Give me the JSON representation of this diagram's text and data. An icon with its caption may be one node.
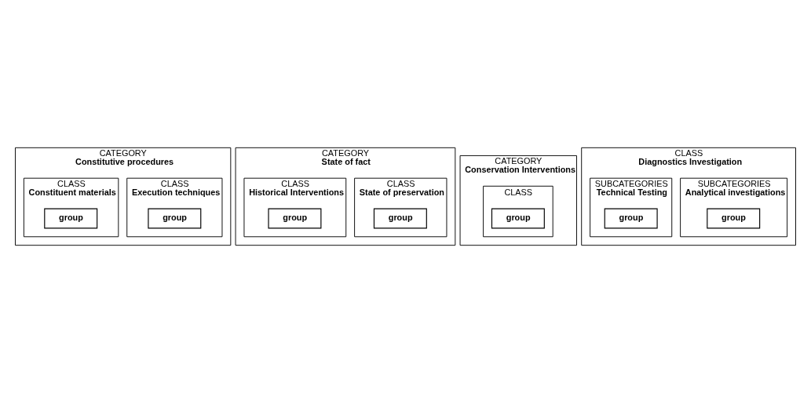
{
  "diagram": {
    "nodes": [
      {
        "text": [
          "CATEGORY",
          "Constitutive procedures"
        ]
      },
      {
        "text": [
          "CLASS",
          "Execution techniques"
        ],
        "in": 0
      },
      {
        "text": [
          "group"
        ],
        "in": 1
      },
      {
        "text": [
          "CLASS",
          "Constituent materials"
        ],
        "in": 0
      },
      {
        "text": [
          "group"
        ],
        "in": 3
      },
      {
        "text": [
          "CATEGORY",
          "State of fact"
        ]
      },
      {
        "text": [
          "CLASS",
          "State of preservation"
        ],
        "in": 5
      },
      {
        "text": [
          "group"
        ],
        "in": 6
      },
      {
        "text": [
          "CLASS",
          "Historical Interventions"
        ],
        "in": 5
      },
      {
        "text": [
          "group"
        ],
        "in": 8
      },
      {
        "text": [
          "CATEGORY",
          "Conservation Interventions"
        ]
      },
      {
        "text": [
          "CLASS"
        ],
        "in": 10
      },
      {
        "text": [
          "group"
        ],
        "in": 11
      },
      {
        "text": [
          "CLASS",
          "Diagnostics Investigation"
        ]
      },
      {
        "text": [
          "SUBCATEGORIES",
          "Analytical investigations"
        ],
        "in": 13
      },
      {
        "text": [
          "group"
        ],
        "in": 14
      },
      {
        "text": [
          "SUBCATEGORIES",
          "Technical Testing"
        ],
        "in": 13
      },
      {
        "text": [
          "group"
        ],
        "in": 16
      }
    ],
    "edges": []
  }
}
